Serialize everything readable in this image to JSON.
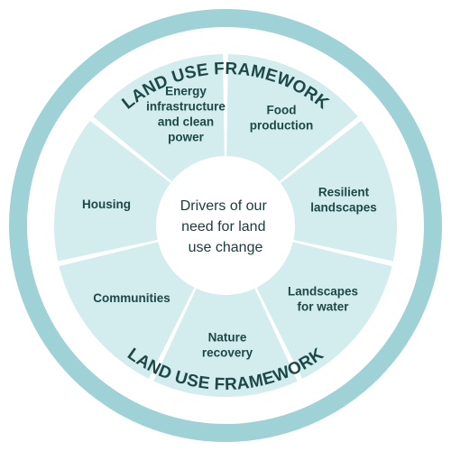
{
  "ring": {
    "top_label": "LAND USE FRAMEWORK",
    "bottom_label": "LAND USE FRAMEWORK"
  },
  "center": {
    "lines": [
      "Drivers of our",
      "need for land",
      "use change"
    ]
  },
  "segments": [
    {
      "id": "food",
      "lines": [
        "Food",
        "production"
      ]
    },
    {
      "id": "resilient",
      "lines": [
        "Resilient",
        "landscapes"
      ]
    },
    {
      "id": "water",
      "lines": [
        "Landscapes",
        "for water"
      ]
    },
    {
      "id": "nature",
      "lines": [
        "Nature",
        "recovery"
      ]
    },
    {
      "id": "communities",
      "lines": [
        "Communities"
      ]
    },
    {
      "id": "housing",
      "lines": [
        "Housing"
      ]
    },
    {
      "id": "energy",
      "lines": [
        "Energy",
        "infrastructure",
        "and clean",
        "power"
      ]
    }
  ],
  "colors": {
    "outer_ring": "#9fd2d6",
    "segment_fill": "#d3ecee",
    "label_text": "#1d4848",
    "center_fill": "#ffffff"
  }
}
